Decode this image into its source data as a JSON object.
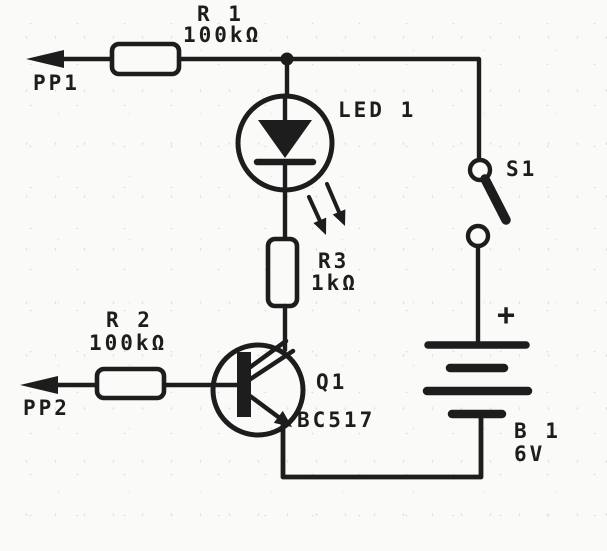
{
  "schematic": {
    "kind": "electronic-circuit-diagram",
    "ink_color": "#1d1d1d",
    "paper_color": "#fafaf8",
    "components": {
      "r1": {
        "ref": "R 1",
        "value": "100kΩ"
      },
      "r2": {
        "ref": "R 2",
        "value": "100kΩ"
      },
      "r3": {
        "ref": "R3",
        "value": "1kΩ"
      },
      "led1": {
        "ref": "LED 1"
      },
      "q1": {
        "ref": "Q1",
        "part": "BC517"
      },
      "s1": {
        "ref": "S1"
      },
      "b1": {
        "ref": "B 1",
        "value": "6V",
        "polarity": "+"
      },
      "pp1": {
        "label": "PP1"
      },
      "pp2": {
        "label": "PP2"
      }
    }
  }
}
